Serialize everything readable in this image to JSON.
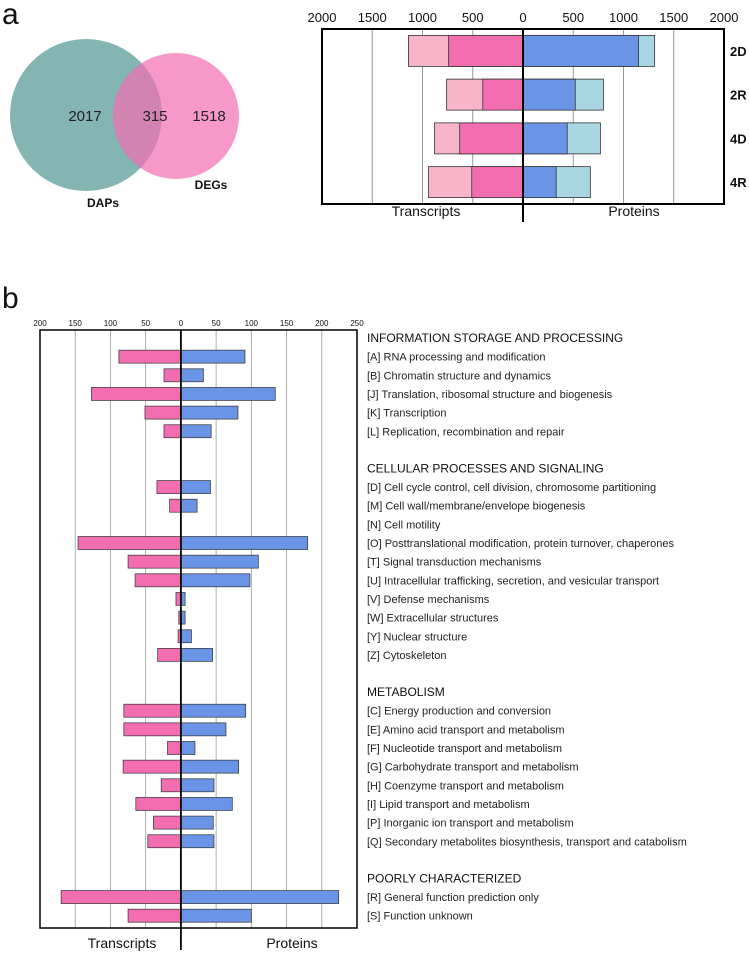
{
  "panels": {
    "a": "a",
    "b": "b"
  },
  "colors": {
    "teal": "#6fa8a6",
    "pink": "#f36db1",
    "pink_light": "#f8b4c8",
    "blue": "#6a94e6",
    "blue_light": "#a8d6e2",
    "grid": "#999999",
    "axis": "#000000"
  },
  "venn": {
    "left_only": "2017",
    "overlap": "315",
    "right_only": "1518",
    "left_label": "DAPs",
    "right_label": "DEGs"
  },
  "chart_data": [
    {
      "type": "bar",
      "orientation": "horizontal-diverging",
      "categories": [
        "2D",
        "2R",
        "4D",
        "4R"
      ],
      "series": [
        {
          "side": "left",
          "values": [
            1140,
            760,
            880,
            940
          ]
        },
        {
          "side": "left",
          "values": [
            740,
            400,
            630,
            510
          ]
        },
        {
          "side": "right",
          "values": [
            1150,
            520,
            440,
            330
          ]
        },
        {
          "side": "right",
          "values": [
            1310,
            800,
            770,
            670
          ]
        }
      ],
      "xticks": [
        "2000",
        "1500",
        "1000",
        "500",
        "0",
        "500",
        "1000",
        "1500",
        "2000"
      ],
      "xlim": [
        -2000,
        2000
      ],
      "xlabel_left": "Transcripts",
      "xlabel_right": "Proteins",
      "grid": true
    },
    {
      "type": "bar",
      "orientation": "horizontal-diverging",
      "xticks": [
        "200",
        "150",
        "100",
        "50",
        "0",
        "50",
        "100",
        "150",
        "200",
        "250"
      ],
      "xlim": [
        -200,
        250
      ],
      "xlabel_left": "Transcripts",
      "xlabel_right": "Proteins",
      "grid": true,
      "groups": [
        {
          "heading": "INFORMATION STORAGE AND PROCESSING",
          "items": [
            {
              "label": "[A] RNA processing and modification",
              "transcripts": 88,
              "proteins": 91
            },
            {
              "label": "[B] Chromatin structure and dynamics",
              "transcripts": 24,
              "proteins": 32
            },
            {
              "label": "[J] Translation, ribosomal structure and biogenesis",
              "transcripts": 127,
              "proteins": 134
            },
            {
              "label": "[K] Transcription",
              "transcripts": 51,
              "proteins": 81
            },
            {
              "label": "[L] Replication, recombination and repair",
              "transcripts": 24,
              "proteins": 43
            }
          ]
        },
        {
          "heading": "CELLULAR PROCESSES AND SIGNALING",
          "items": [
            {
              "label": "[D] Cell cycle control, cell division, chromosome partitioning",
              "transcripts": 34,
              "proteins": 42
            },
            {
              "label": "[M] Cell wall/membrane/envelope biogenesis",
              "transcripts": 16,
              "proteins": 23
            },
            {
              "label": "[N] Cell motility",
              "transcripts": 0,
              "proteins": 0
            },
            {
              "label": "[O] Posttranslational modification, protein turnover, chaperones",
              "transcripts": 146,
              "proteins": 180
            },
            {
              "label": "[T] Signal transduction mechanisms",
              "transcripts": 75,
              "proteins": 110
            },
            {
              "label": "[U] Intracellular trafficking, secretion, and vesicular transport",
              "transcripts": 65,
              "proteins": 98
            },
            {
              "label": "[V] Defense mechanisms",
              "transcripts": 7,
              "proteins": 6
            },
            {
              "label": "[W] Extracellular structures",
              "transcripts": 3,
              "proteins": 6
            },
            {
              "label": "[Y] Nuclear structure",
              "transcripts": 4,
              "proteins": 15
            },
            {
              "label": "[Z] Cytoskeleton",
              "transcripts": 33,
              "proteins": 45
            }
          ]
        },
        {
          "heading": "METABOLISM",
          "items": [
            {
              "label": "[C] Energy production and conversion",
              "transcripts": 81,
              "proteins": 92
            },
            {
              "label": "[E] Amino acid transport and metabolism",
              "transcripts": 81,
              "proteins": 64
            },
            {
              "label": "[F] Nucleotide transport and metabolism",
              "transcripts": 19,
              "proteins": 20
            },
            {
              "label": "[G] Carbohydrate transport and metabolism",
              "transcripts": 82,
              "proteins": 82
            },
            {
              "label": "[H] Coenzyme transport and metabolism",
              "transcripts": 28,
              "proteins": 47
            },
            {
              "label": "[I] Lipid transport and metabolism",
              "transcripts": 64,
              "proteins": 73
            },
            {
              "label": "[P] Inorganic ion transport and metabolism",
              "transcripts": 39,
              "proteins": 46
            },
            {
              "label": "[Q] Secondary metabolites biosynthesis, transport and catabolism",
              "transcripts": 47,
              "proteins": 47
            }
          ]
        },
        {
          "heading": "POORLY CHARACTERIZED",
          "items": [
            {
              "label": "[R] General function prediction only",
              "transcripts": 170,
              "proteins": 224
            },
            {
              "label": "[S] Function unknown",
              "transcripts": 75,
              "proteins": 100
            }
          ]
        }
      ]
    }
  ]
}
